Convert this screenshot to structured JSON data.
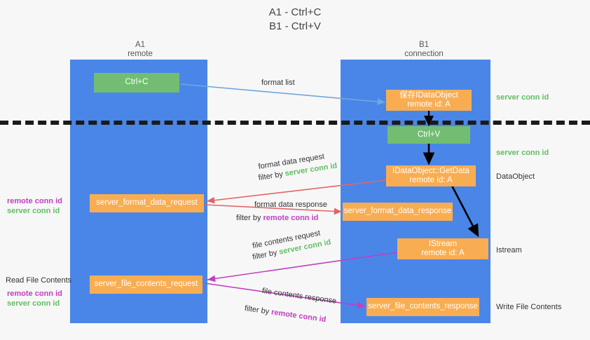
{
  "title": "A1 - Ctrl+C\nB1 - Ctrl+V",
  "columns": [
    {
      "name": "A1",
      "sub": "remote"
    },
    {
      "name": "B1",
      "sub": "connection"
    }
  ],
  "boxes": {
    "ctrl_c": "Ctrl+C",
    "ctrl_v": "Ctrl+V",
    "idataobject_line1": "保存IDataObject",
    "idataobject_line2": "remote id: A",
    "getdata_line1": "IDataObject::GetData",
    "getdata_line2": "remote id: A",
    "istream_line1": "IStream",
    "istream_line2": "remote id: A",
    "server_format_data_request": "server_format_data_request",
    "server_format_data_response": "server_format_data_response",
    "server_file_contents_request": "server_file_contents_request",
    "server_file_contents_response": "server_file_contents_response"
  },
  "edge_labels": {
    "format_list": "format list",
    "format_data_request": "format data request",
    "format_data_request_filter_prefix": "filter by ",
    "format_data_request_filter_value": "server conn id",
    "format_data_response": "format data response",
    "format_data_response_filter_prefix": "filter by ",
    "format_data_response_filter_value": "remote conn id",
    "file_contents_request": "file contents request",
    "file_contents_request_filter_prefix": "filter by ",
    "file_contents_request_filter_value": "server conn id",
    "file_contents_response": "file contents response",
    "file_contents_response_filter_prefix": "filter by ",
    "file_contents_response_filter_value": "remote conn id"
  },
  "annotations": {
    "server_conn_id_top": "server conn id",
    "server_conn_id_mid": "server conn id",
    "dataobject": "DataObject",
    "istream": "Istream",
    "write_file_contents": "Write File Contents",
    "read_file_contents": "Read File Contents",
    "left_pair_1_remote": "remote conn id",
    "left_pair_1_server": "server conn id",
    "left_pair_2_remote": "remote conn id",
    "left_pair_2_server": "server conn id"
  },
  "colors": {
    "lane": "#4a86e8",
    "orange": "#f8ad52",
    "green_box": "#72bd72",
    "green_text": "#5fbf60",
    "purple_text": "#c13fc1",
    "arrow_blue": "#6fa8dc",
    "arrow_red": "#e06666",
    "arrow_purple": "#c13fc1",
    "arrow_black": "#000000",
    "background": "#f7f7f7"
  }
}
